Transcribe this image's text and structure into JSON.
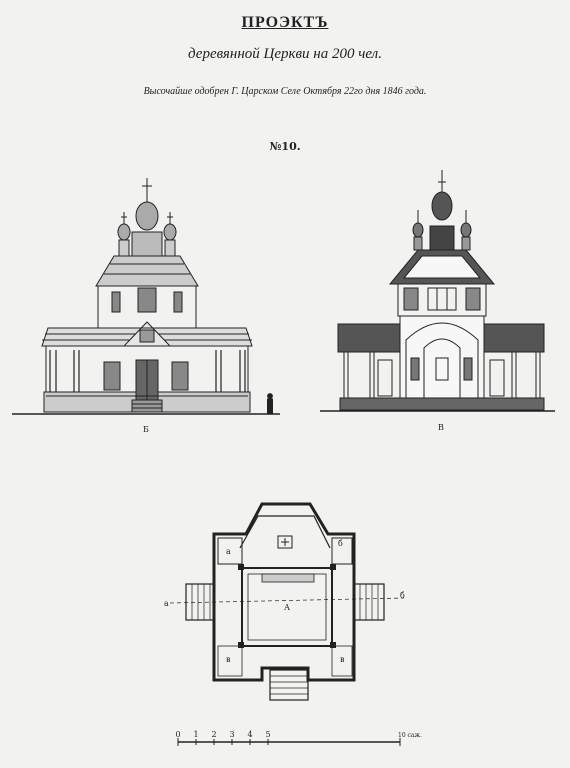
{
  "header": {
    "title": "ПРОЭКТЪ",
    "subtitle": "деревянной Церкви на 200 чел.",
    "approval": "Высочайше одобрен Г. Царском Селе Октября 22го дня 1846 года.",
    "number": "№10."
  },
  "views": {
    "front_label": "Б",
    "section_label": "В"
  },
  "plan": {
    "label_center": "А",
    "label_a": "а",
    "label_b": "б",
    "label_v_left": "в",
    "label_v_right": "в",
    "axis_left": "а",
    "axis_right": "б"
  },
  "scale": {
    "ticks": [
      "0",
      "1",
      "2",
      "3",
      "4",
      "5"
    ],
    "end_label": "10 саж."
  },
  "colors": {
    "ink": "#222222",
    "paper": "#f2f2f0"
  }
}
